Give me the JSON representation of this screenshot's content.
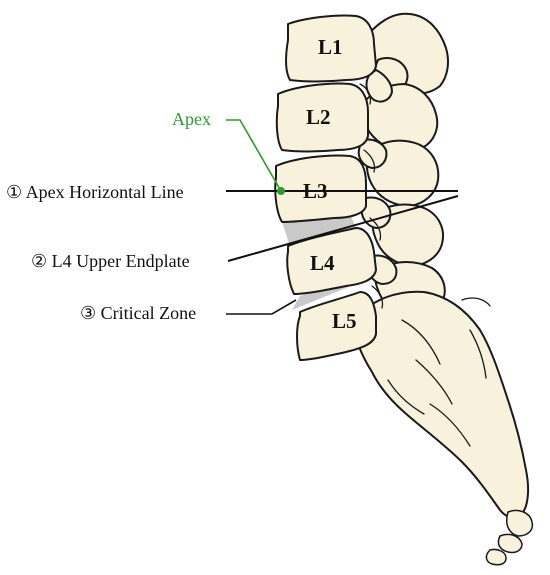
{
  "colors": {
    "bone_fill": "#f8f1dc",
    "bone_outline": "#1a1a1a",
    "critical_zone_fill": "#c9c9c9",
    "apex_green": "#2a9d2a",
    "annotation_text": "#111111"
  },
  "vertebrae": {
    "l1": "L1",
    "l2": "L2",
    "l3": "L3",
    "l4": "L4",
    "l5": "L5"
  },
  "annotations": {
    "apex": "Apex",
    "apex_horizontal_line": "① Apex Horizontal Line",
    "l4_upper_endplate": "② L4 Upper Endplate",
    "critical_zone": "③ Critical Zone"
  }
}
